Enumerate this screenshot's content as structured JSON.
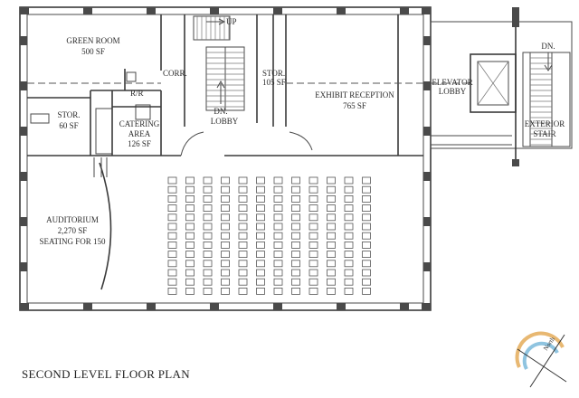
{
  "title": "SECOND LEVEL FLOOR PLAN",
  "north_label": "North",
  "rooms": {
    "green_room": {
      "name": "GREEN ROOM",
      "area": "500 SF"
    },
    "corr": {
      "name": "CORR."
    },
    "up": {
      "name": "UP"
    },
    "stor_105": {
      "name": "STOR.",
      "area": "105 SF"
    },
    "exhibit": {
      "name": "EXHIBIT RECEPTION",
      "area": "765 SF"
    },
    "elevator_lobby": {
      "line1": "ELEVATOR",
      "line2": "LOBBY"
    },
    "dn_right": {
      "name": "DN."
    },
    "exterior_stair": {
      "line1": "EXTERIOR",
      "line2": "STAIR"
    },
    "rr": {
      "name": "R/R"
    },
    "stor_60": {
      "name": "STOR.",
      "area": "60 SF"
    },
    "catering": {
      "line1": "CATERING",
      "line2": "AREA",
      "area": "126 SF"
    },
    "dn_center": {
      "name": "DN."
    },
    "lobby": {
      "name": "LOBBY"
    },
    "auditorium": {
      "name": "AUDITORIUM",
      "area": "2,270 SF",
      "seating": "SEATING FOR 150"
    }
  },
  "seating": {
    "columns": 12,
    "rows": 13
  }
}
